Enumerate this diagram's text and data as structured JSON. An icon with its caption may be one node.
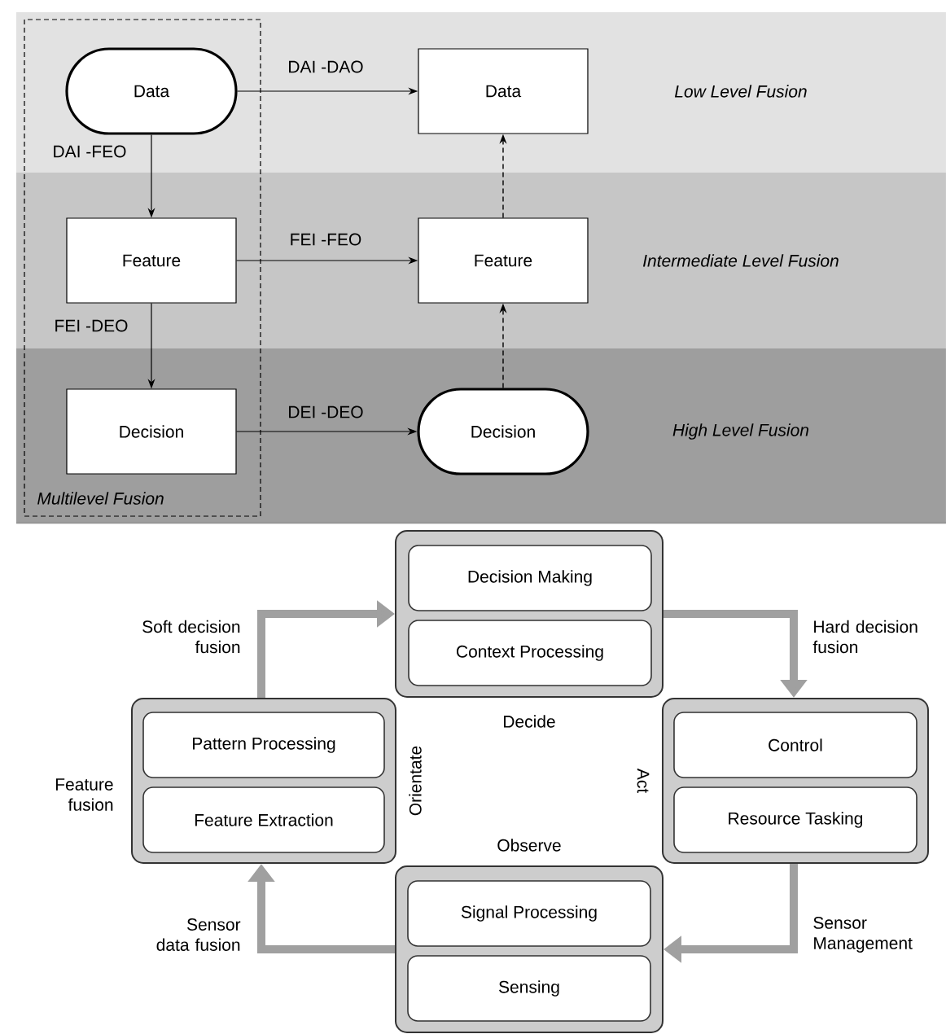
{
  "diagram": {
    "nodes": [
      {
        "text": [
          "Multilevel Fusion"
        ]
      },
      {
        "text": [
          "Data"
        ],
        "in": 0
      },
      {
        "text": [
          "Feature"
        ],
        "in": 0
      },
      {
        "text": [
          "Decision"
        ],
        "in": 0
      },
      {
        "text": [
          "Data"
        ]
      },
      {
        "text": [
          "Feature"
        ]
      },
      {
        "text": [
          "Decision"
        ]
      },
      {
        "text": [
          "Decide"
        ]
      },
      {
        "text": [
          "Decision Making"
        ],
        "in": 7
      },
      {
        "text": [
          "Context Processing"
        ],
        "in": 7
      },
      {
        "text": [
          "Orientate"
        ]
      },
      {
        "text": [
          "Pattern Processing"
        ],
        "in": 10
      },
      {
        "text": [
          "Feature Extraction"
        ],
        "in": 10
      },
      {
        "text": [
          "Act"
        ]
      },
      {
        "text": [
          "Control"
        ],
        "in": 13
      },
      {
        "text": [
          "Resource Tasking"
        ],
        "in": 13
      },
      {
        "text": [
          "Observe"
        ]
      },
      {
        "text": [
          "Signal Processing"
        ],
        "in": 16
      },
      {
        "text": [
          "Sensing"
        ],
        "in": 16
      }
    ],
    "edges": [
      {
        "from": 1,
        "to": 4,
        "arrow": "to",
        "label": "DAI -DAO"
      },
      {
        "from": 1,
        "to": 2,
        "arrow": "to",
        "label": "DAI -FEO"
      },
      {
        "from": 2,
        "to": 5,
        "arrow": "to",
        "label": "FEI -FEO"
      },
      {
        "from": 2,
        "to": 3,
        "arrow": "to",
        "label": "FEI -DEO"
      },
      {
        "from": 3,
        "to": 6,
        "arrow": "to",
        "label": "DEI -DEO"
      },
      {
        "from": 6,
        "to": 5,
        "arrow": "to",
        "style": "dashed"
      },
      {
        "from": 5,
        "to": 4,
        "arrow": "to",
        "style": "dashed"
      },
      {
        "from": 10,
        "to": 7,
        "arrow": "to",
        "label": "Soft decision fusion",
        "style": "thick",
        "color": "#a0a0a0"
      },
      {
        "from": 7,
        "to": 13,
        "arrow": "to",
        "label": "Hard decision fusion",
        "style": "thick",
        "color": "#a0a0a0"
      },
      {
        "from": 13,
        "to": 16,
        "arrow": "to",
        "label": "Sensor Management",
        "style": "thick",
        "color": "#a0a0a0"
      },
      {
        "from": 16,
        "to": 10,
        "arrow": "to",
        "label": "Sensor data fusion",
        "style": "thick",
        "color": "#a0a0a0"
      }
    ],
    "labels": [
      "Low Level Fusion",
      "Intermediate Level Fusion",
      "High Level Fusion",
      "Feature fusion"
    ]
  }
}
